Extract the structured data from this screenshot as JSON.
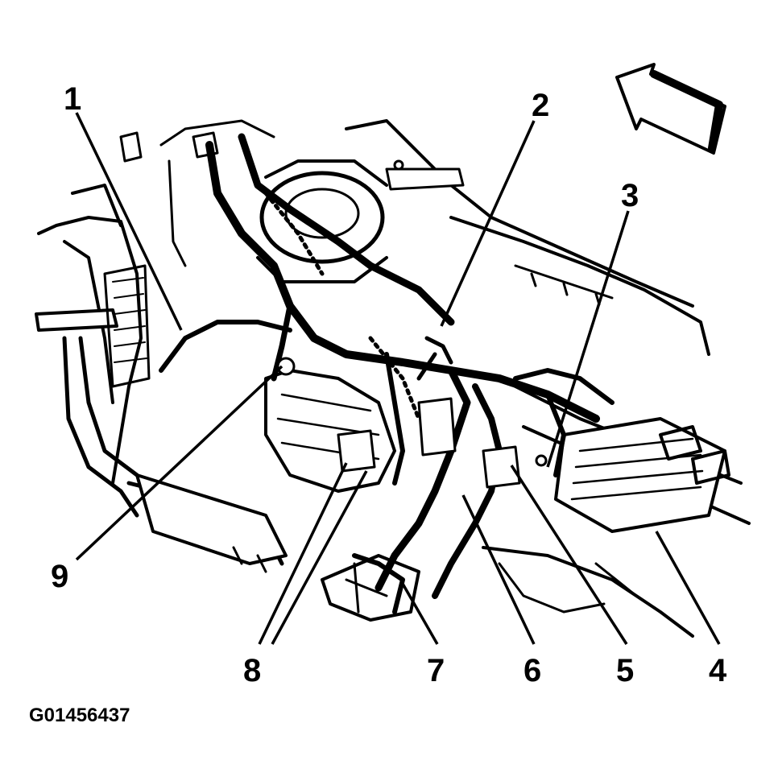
{
  "callouts": [
    {
      "id": "callout-1",
      "label": "1"
    },
    {
      "id": "callout-2",
      "label": "2"
    },
    {
      "id": "callout-3",
      "label": "3"
    },
    {
      "id": "callout-4",
      "label": "4"
    },
    {
      "id": "callout-5",
      "label": "5"
    },
    {
      "id": "callout-6",
      "label": "6"
    },
    {
      "id": "callout-7",
      "label": "7"
    },
    {
      "id": "callout-8",
      "label": "8"
    },
    {
      "id": "callout-9",
      "label": "9"
    }
  ],
  "figure_id": "G01456437",
  "direction_arrow": "forward-arrow-icon"
}
